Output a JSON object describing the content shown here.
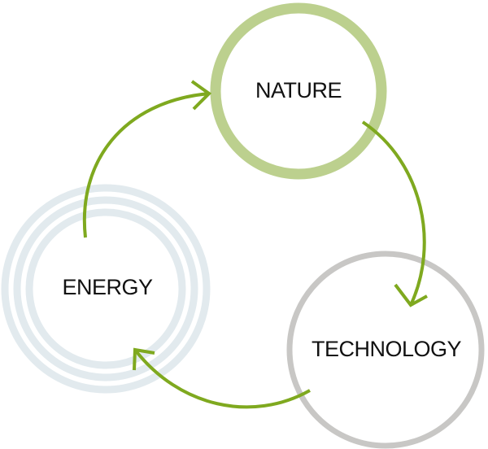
{
  "nodes": {
    "nature": "NATURE",
    "technology": "TECHNOLOGY",
    "energy": "ENERGY"
  },
  "colors": {
    "nature": "#bcd08e",
    "technology": "#c8c7c5",
    "energy": "#e2eaee",
    "arrow": "#7fa91f"
  }
}
